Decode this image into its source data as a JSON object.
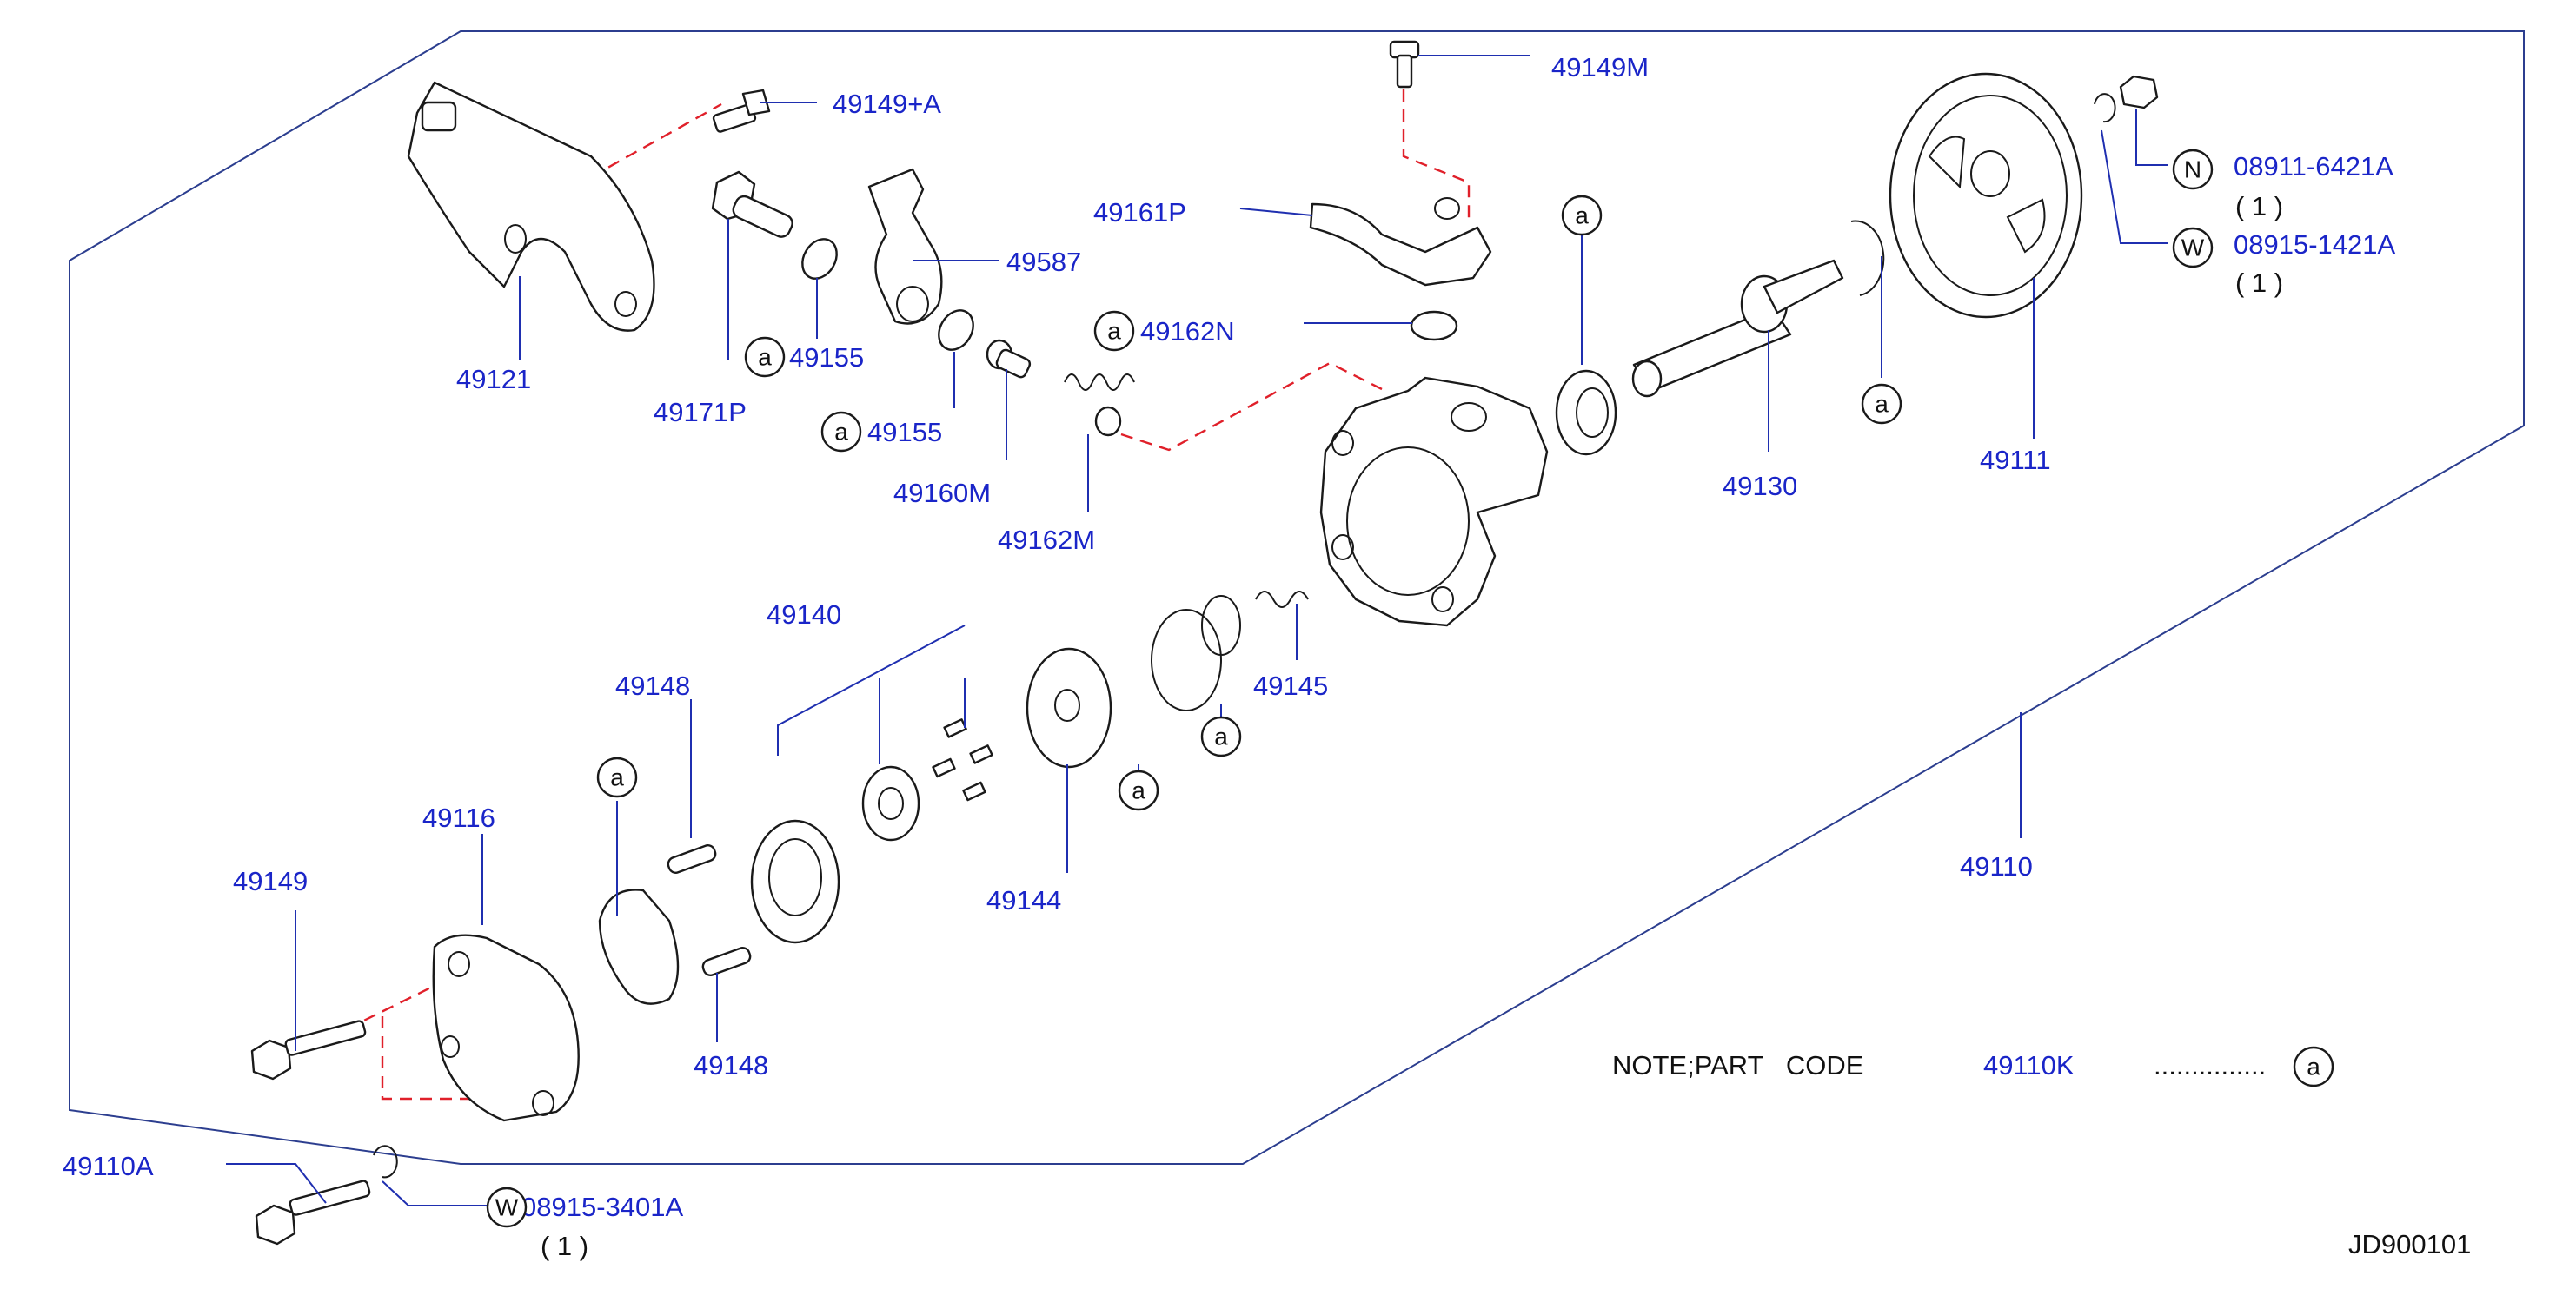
{
  "labels": {
    "p49149a": "49149+A",
    "p49149m": "49149M",
    "p49161p": "49161P",
    "p49587": "49587",
    "p49155_1": "49155",
    "p49155_2": "49155",
    "p49121": "49121",
    "p49171p": "49171P",
    "p49162n": "49162N",
    "p49160m": "49160M",
    "p49162m": "49162M",
    "p49130": "49130",
    "p49111": "49111",
    "p08911": "08911-6421A",
    "p08911_qty": "( 1 )",
    "p08915_1421": "08915-1421A",
    "p08915_1421_qty": "( 1 )",
    "p49140": "49140",
    "p49148_top": "49148",
    "p49145": "49145",
    "p49144": "49144",
    "p49116": "49116",
    "p49149": "49149",
    "p49148": "49148",
    "p49110": "49110",
    "p49110a": "49110A",
    "p08915_3401": "08915-3401A",
    "p08915_3401_qty": "( 1 )"
  },
  "markers": {
    "a": "a",
    "n": "N",
    "w": "W"
  },
  "note": {
    "prefix": "NOTE;PART   CODE",
    "code": "49110K",
    "dots": "...............",
    "marker": "a"
  },
  "diagram_id": "JD900101",
  "colors": {
    "label": "#1a25c8",
    "leader": "#1f2fb0",
    "dashed": "#e0202a",
    "frame": "#2c3e8f",
    "line_art": "#1a1a1a"
  }
}
